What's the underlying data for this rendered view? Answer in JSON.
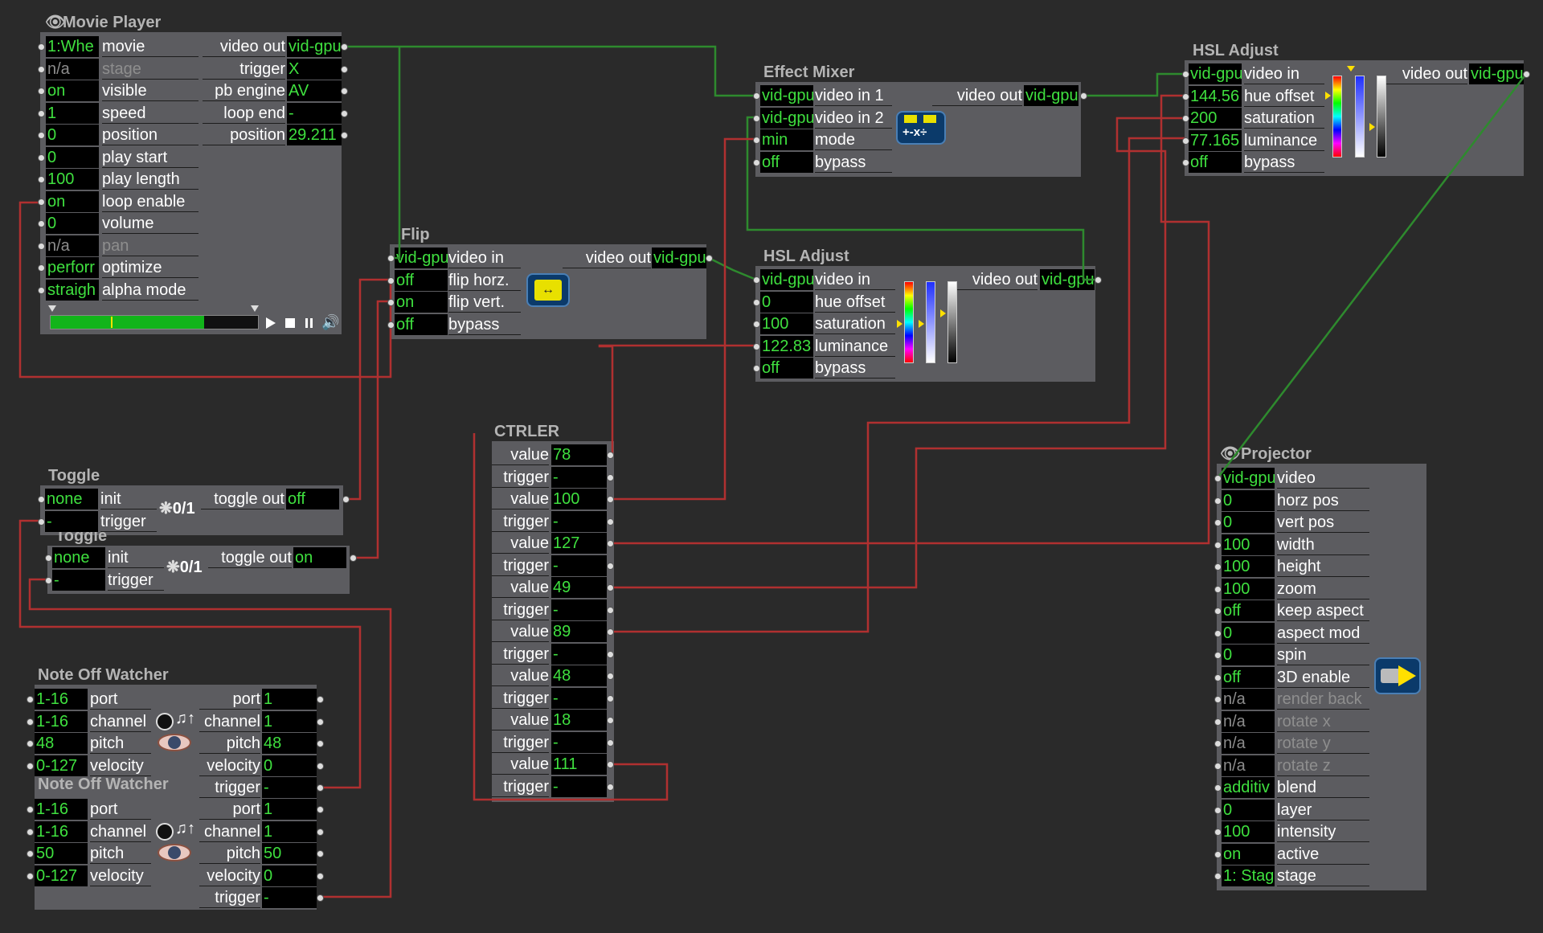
{
  "movie_player": {
    "title": "Movie Player",
    "inputs": [
      {
        "value": "1:Whe",
        "label": "movie"
      },
      {
        "value": "n/a",
        "label": "stage",
        "dim": true
      },
      {
        "value": "on",
        "label": "visible"
      },
      {
        "value": "1",
        "label": "speed"
      },
      {
        "value": "0",
        "label": "position"
      },
      {
        "value": "0",
        "label": "play start"
      },
      {
        "value": "100",
        "label": "play length"
      },
      {
        "value": "on",
        "label": "loop enable"
      },
      {
        "value": "0",
        "label": "volume"
      },
      {
        "value": "n/a",
        "label": "pan",
        "dim": true
      },
      {
        "value": "perforr",
        "label": "optimize"
      },
      {
        "value": "straigh",
        "label": "alpha mode"
      }
    ],
    "outputs": [
      {
        "label": "video out",
        "value": "vid-gpu"
      },
      {
        "label": "trigger",
        "value": "X"
      },
      {
        "label": "pb engine",
        "value": "AV"
      },
      {
        "label": "loop end",
        "value": "-"
      },
      {
        "label": "position",
        "value": "29.211"
      }
    ],
    "progress": 0.29
  },
  "flip": {
    "title": "Flip",
    "inputs": [
      {
        "value": "vid-gpu",
        "label": "video in"
      },
      {
        "value": "off",
        "label": "flip horz."
      },
      {
        "value": "on",
        "label": "flip vert."
      },
      {
        "value": "off",
        "label": "bypass"
      }
    ],
    "outputs": [
      {
        "label": "video out",
        "value": "vid-gpu"
      }
    ]
  },
  "effect_mixer": {
    "title": "Effect Mixer",
    "inputs": [
      {
        "value": "vid-gpu",
        "label": "video in 1"
      },
      {
        "value": "vid-gpu",
        "label": "video in 2"
      },
      {
        "value": "min",
        "label": "mode"
      },
      {
        "value": "off",
        "label": "bypass"
      }
    ],
    "outputs": [
      {
        "label": "video out",
        "value": "vid-gpu"
      }
    ]
  },
  "hsl_adjust_1": {
    "title": "HSL Adjust",
    "inputs": [
      {
        "value": "vid-gpu",
        "label": "video in"
      },
      {
        "value": "0",
        "label": "hue offset"
      },
      {
        "value": "100",
        "label": "saturation"
      },
      {
        "value": "122.83",
        "label": "luminance"
      },
      {
        "value": "off",
        "label": "bypass"
      }
    ],
    "outputs": [
      {
        "label": "video out",
        "value": "vid-gpu"
      }
    ]
  },
  "hsl_adjust_2": {
    "title": "HSL Adjust",
    "inputs": [
      {
        "value": "vid-gpu",
        "label": "video in"
      },
      {
        "value": "144.56",
        "label": "hue offset"
      },
      {
        "value": "200",
        "label": "saturation"
      },
      {
        "value": "77.165",
        "label": "luminance"
      },
      {
        "value": "off",
        "label": "bypass"
      }
    ],
    "outputs": [
      {
        "label": "video out",
        "value": "vid-gpu"
      }
    ]
  },
  "ctrler": {
    "title": "CTRLER",
    "rows": [
      {
        "label": "value",
        "value": "78"
      },
      {
        "label": "trigger",
        "value": "-"
      },
      {
        "label": "value",
        "value": "100"
      },
      {
        "label": "trigger",
        "value": "-"
      },
      {
        "label": "value",
        "value": "127"
      },
      {
        "label": "trigger",
        "value": "-"
      },
      {
        "label": "value",
        "value": "49"
      },
      {
        "label": "trigger",
        "value": "-"
      },
      {
        "label": "value",
        "value": "89"
      },
      {
        "label": "trigger",
        "value": "-"
      },
      {
        "label": "value",
        "value": "48"
      },
      {
        "label": "trigger",
        "value": "-"
      },
      {
        "label": "value",
        "value": "18"
      },
      {
        "label": "trigger",
        "value": "-"
      },
      {
        "label": "value",
        "value": "111"
      },
      {
        "label": "trigger",
        "value": "-"
      }
    ]
  },
  "toggle_1": {
    "title": "Toggle",
    "icon_text": "0/1",
    "inputs": [
      {
        "value": "none",
        "label": "init"
      },
      {
        "value": "-",
        "label": "trigger"
      }
    ],
    "outputs": [
      {
        "label": "toggle out",
        "value": "off"
      }
    ]
  },
  "toggle_2": {
    "title": "Toggle",
    "icon_text": "0/1",
    "inputs": [
      {
        "value": "none",
        "label": "init"
      },
      {
        "value": "-",
        "label": "trigger"
      }
    ],
    "outputs": [
      {
        "label": "toggle out",
        "value": "on"
      }
    ]
  },
  "note_off_1": {
    "title": "Note Off Watcher",
    "inputs": [
      {
        "value": "1-16",
        "label": "port"
      },
      {
        "value": "1-16",
        "label": "channel"
      },
      {
        "value": "48",
        "label": "pitch"
      },
      {
        "value": "0-127",
        "label": "velocity"
      }
    ],
    "outputs": [
      {
        "label": "port",
        "value": "1"
      },
      {
        "label": "channel",
        "value": "1"
      },
      {
        "label": "pitch",
        "value": "48"
      },
      {
        "label": "velocity",
        "value": "0"
      },
      {
        "label": "trigger",
        "value": "-"
      }
    ]
  },
  "note_off_2": {
    "title": "Note Off Watcher",
    "inputs": [
      {
        "value": "1-16",
        "label": "port"
      },
      {
        "value": "1-16",
        "label": "channel"
      },
      {
        "value": "50",
        "label": "pitch"
      },
      {
        "value": "0-127",
        "label": "velocity"
      }
    ],
    "outputs": [
      {
        "label": "port",
        "value": "1"
      },
      {
        "label": "channel",
        "value": "1"
      },
      {
        "label": "pitch",
        "value": "50"
      },
      {
        "label": "velocity",
        "value": "0"
      },
      {
        "label": "trigger",
        "value": "-"
      }
    ]
  },
  "projector": {
    "title": "Projector",
    "inputs": [
      {
        "value": "vid-gpu",
        "label": "video"
      },
      {
        "value": "0",
        "label": "horz pos"
      },
      {
        "value": "0",
        "label": "vert pos"
      },
      {
        "value": "100",
        "label": "width"
      },
      {
        "value": "100",
        "label": "height"
      },
      {
        "value": "100",
        "label": "zoom"
      },
      {
        "value": "off",
        "label": "keep aspect"
      },
      {
        "value": "0",
        "label": "aspect mod"
      },
      {
        "value": "0",
        "label": "spin"
      },
      {
        "value": "off",
        "label": "3D enable"
      },
      {
        "value": "n/a",
        "label": "render back",
        "dim": true
      },
      {
        "value": "n/a",
        "label": "rotate x",
        "dim": true
      },
      {
        "value": "n/a",
        "label": "rotate y",
        "dim": true
      },
      {
        "value": "n/a",
        "label": "rotate z",
        "dim": true
      },
      {
        "value": "additiv",
        "label": "blend"
      },
      {
        "value": "0",
        "label": "layer"
      },
      {
        "value": "100",
        "label": "intensity"
      },
      {
        "value": "on",
        "label": "active"
      },
      {
        "value": "1: Stag",
        "label": "stage"
      }
    ]
  },
  "colors": {
    "background": "#2a2a2a",
    "actor_body": "#5c5c60",
    "value_text": "#3fe03f",
    "video_wire": "#2e8a2e",
    "data_wire": "#b03030"
  }
}
